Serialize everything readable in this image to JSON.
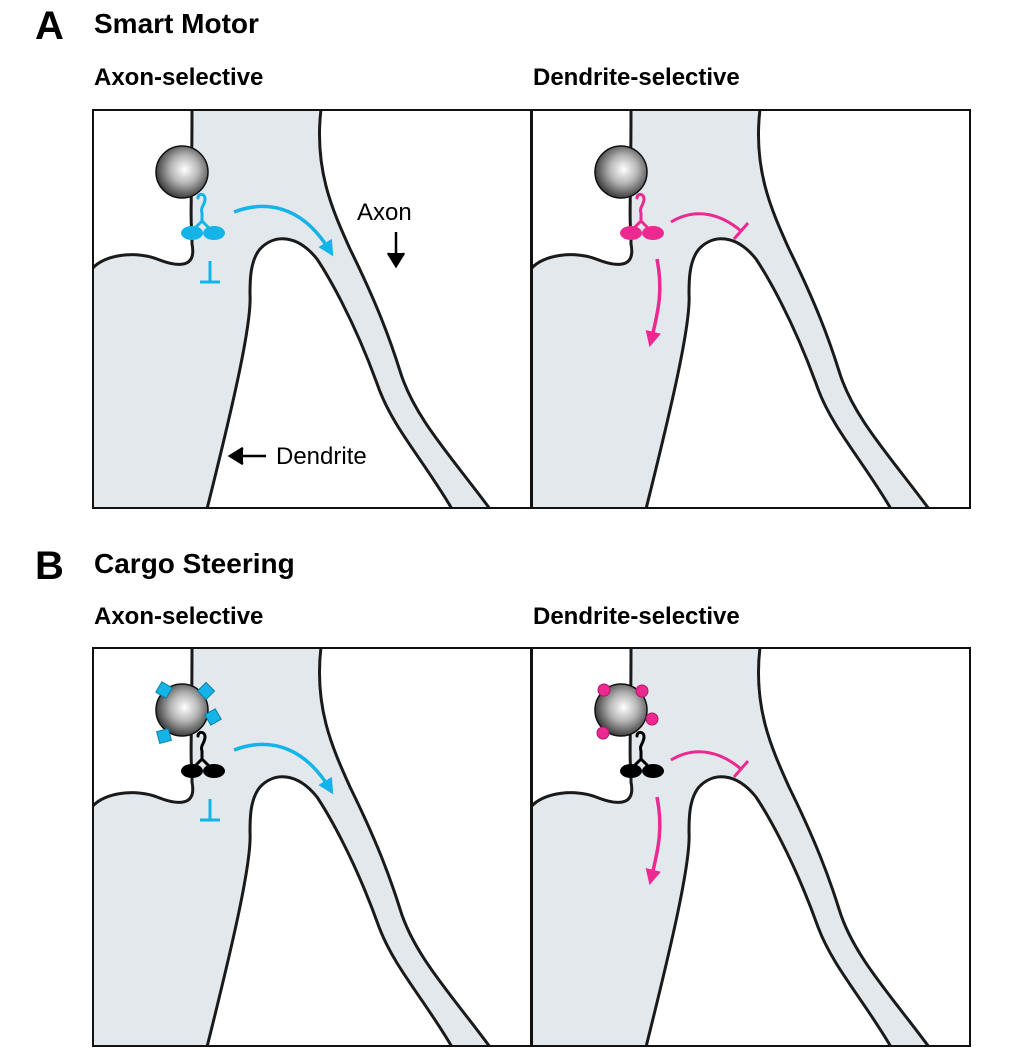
{
  "colors": {
    "cytoplasm": "#e3e8ed",
    "axon_color": "#14b4e8",
    "dendrite_color": "#ec2990",
    "motor_neutral": "#000000"
  },
  "sections": [
    {
      "letter": "A",
      "title": "Smart Motor",
      "panels": [
        {
          "subtitle": "Axon-selective",
          "mode": "axon",
          "motor": "colored",
          "cargo_marks": "none"
        },
        {
          "subtitle": "Dendrite-selective",
          "mode": "dendrite",
          "motor": "colored",
          "cargo_marks": "none"
        }
      ]
    },
    {
      "letter": "B",
      "title": "Cargo Steering",
      "panels": [
        {
          "subtitle": "Axon-selective",
          "mode": "axon",
          "motor": "black",
          "cargo_marks": "squares"
        },
        {
          "subtitle": "Dendrite-selective",
          "mode": "dendrite",
          "motor": "black",
          "cargo_marks": "circles"
        }
      ]
    }
  ],
  "annotations": {
    "axon_label": "Axon",
    "dendrite_label": "Dendrite"
  },
  "icons": [
    "cargo-vesicle-icon",
    "motor-protein-icon",
    "arrow-icon",
    "inhibition-icon"
  ]
}
